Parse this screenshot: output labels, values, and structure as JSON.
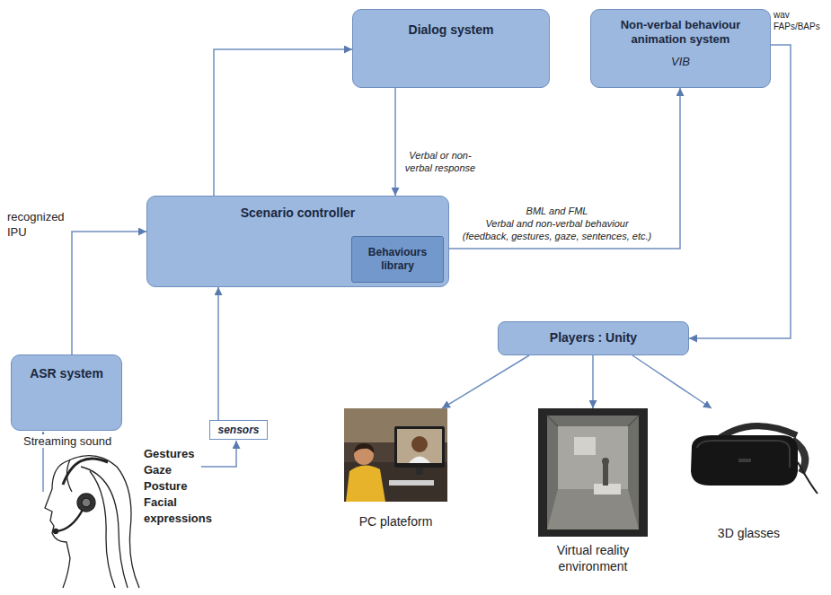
{
  "diagram": {
    "nodes": [
      {
        "text": [
          "Dialog system"
        ]
      },
      {
        "text": [
          "Non-verbal behaviour animation system",
          "VIB"
        ]
      },
      {
        "text": [
          "Scenario controller"
        ]
      },
      {
        "text": [
          "Behaviours library"
        ],
        "in": 2
      },
      {
        "text": [
          "Players : Unity"
        ]
      },
      {
        "text": [
          "ASR system"
        ]
      },
      {
        "text": [
          "sensors"
        ]
      },
      {
        "text": [
          "PC plateform"
        ]
      },
      {
        "text": [
          "Virtual reality environment"
        ]
      },
      {
        "text": [
          "3D glasses"
        ]
      }
    ],
    "edges": [
      {
        "from": 2,
        "to": 0,
        "arrow": "to"
      },
      {
        "from": 0,
        "to": 2,
        "arrow": "to",
        "label": "Verbal or non-verbal response"
      },
      {
        "from": 5,
        "to": 2,
        "arrow": "to",
        "label": "recognized IPU"
      },
      {
        "from": 6,
        "to": 2,
        "arrow": "to"
      },
      {
        "from": 2,
        "to": 1,
        "arrow": "to",
        "label": "BML and FML"
      },
      {
        "from": 1,
        "to": 4,
        "arrow": "to",
        "label": "wav FAPs/BAPs"
      },
      {
        "from": 4,
        "to": 7,
        "arrow": "to"
      },
      {
        "from": 4,
        "to": 8,
        "arrow": "to"
      },
      {
        "from": 4,
        "to": 9,
        "arrow": "to"
      }
    ],
    "labels": [
      "Verbal and non-verbal behaviour",
      "(feedback, gestures, gaze, sentences, etc.)",
      "Streaming sound",
      "Gestures",
      "Gaze",
      "Posture",
      "Facial expressions"
    ]
  }
}
